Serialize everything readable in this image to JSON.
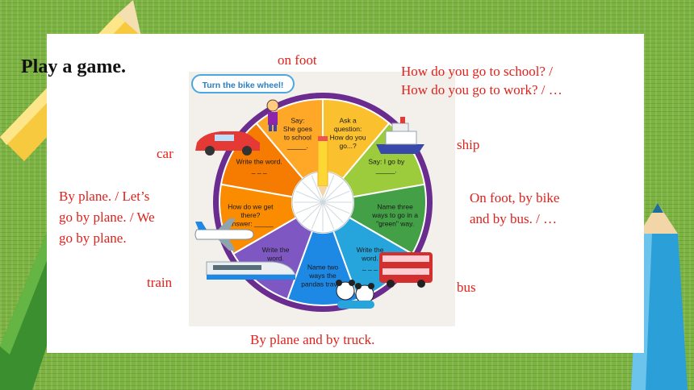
{
  "title": "Play a game.",
  "wheel": {
    "banner": "Turn the bike wheel!",
    "segments": [
      {
        "lines": [
          "Ask a",
          "question:",
          "How do you",
          "go...?"
        ],
        "color": "#fbc02d"
      },
      {
        "lines": [
          "Say: I go by",
          "_____."
        ],
        "color": "#9ccc3b"
      },
      {
        "lines": [
          "Name three",
          "ways to go in a",
          "\"green\" way."
        ],
        "color": "#43a047"
      },
      {
        "lines": [
          "Write the",
          "word.",
          "_ _ _"
        ],
        "color": "#26a5dc"
      },
      {
        "lines": [
          "Name two",
          "ways the",
          "pandas travel."
        ],
        "color": "#1e88e5"
      },
      {
        "lines": [
          "Write the",
          "word.",
          "_ _ _ _ _"
        ],
        "color": "#7e57c2"
      },
      {
        "lines": [
          "How do we get",
          "there?",
          "Answer: _____"
        ],
        "color": "#fb8c00"
      },
      {
        "lines": [
          "Write the word.",
          "_ _ _"
        ],
        "color": "#f57c00"
      },
      {
        "lines": [
          "Say:",
          "She goes",
          "to school",
          "_____."
        ],
        "color": "#ffa726"
      }
    ],
    "colors": {
      "rim": "#6a2c8f",
      "hub": "#ffffff"
    }
  },
  "labels": {
    "on_foot": "on foot",
    "question_1": "How do you go to school? /",
    "question_2": "How do you go to work? / …",
    "car": "car",
    "ship": "ship",
    "plane_1": "By plane. / Let’s",
    "plane_2": "go by plane. / We",
    "plane_3": "go by plane.",
    "green_1": "On foot, by bike",
    "green_2": "and by bus. / …",
    "train": "train",
    "bus": "bus",
    "pandas": "By plane and by truck."
  },
  "icons": [
    "car-icon",
    "ship-icon",
    "plane-icon",
    "train-icon",
    "bus-icon",
    "panda-icon",
    "girl-icon",
    "pencil-icon"
  ],
  "colors": {
    "label_red": "#e0211b",
    "grass": "#7cb342",
    "frame": "#ffffff"
  }
}
